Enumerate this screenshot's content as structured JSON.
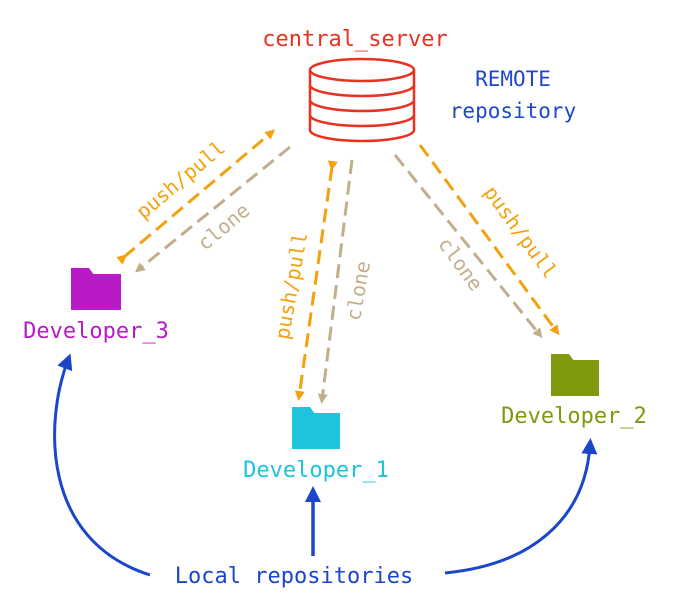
{
  "server": {
    "label": "central_server",
    "remote_line1": "REMOTE",
    "remote_line2": "repository"
  },
  "developers": {
    "dev1": "Developer_1",
    "dev2": "Developer_2",
    "dev3": "Developer_3"
  },
  "edges": {
    "push_pull": "push/pull",
    "clone": "clone"
  },
  "footer": {
    "local_label": "Local repositories"
  },
  "colors": {
    "server": "#e8321f",
    "remote": "#1e48c8",
    "push_pull": "#f3a20e",
    "clone": "#c3ae8c",
    "dev1": "#1ec3de",
    "dev2": "#7f9a0f",
    "dev3": "#b81bc6",
    "local_arrows": "#1c46c9"
  },
  "icons": {
    "server": "database-icon",
    "dev1": "folder-icon",
    "dev2": "folder-icon",
    "dev3": "folder-icon"
  }
}
